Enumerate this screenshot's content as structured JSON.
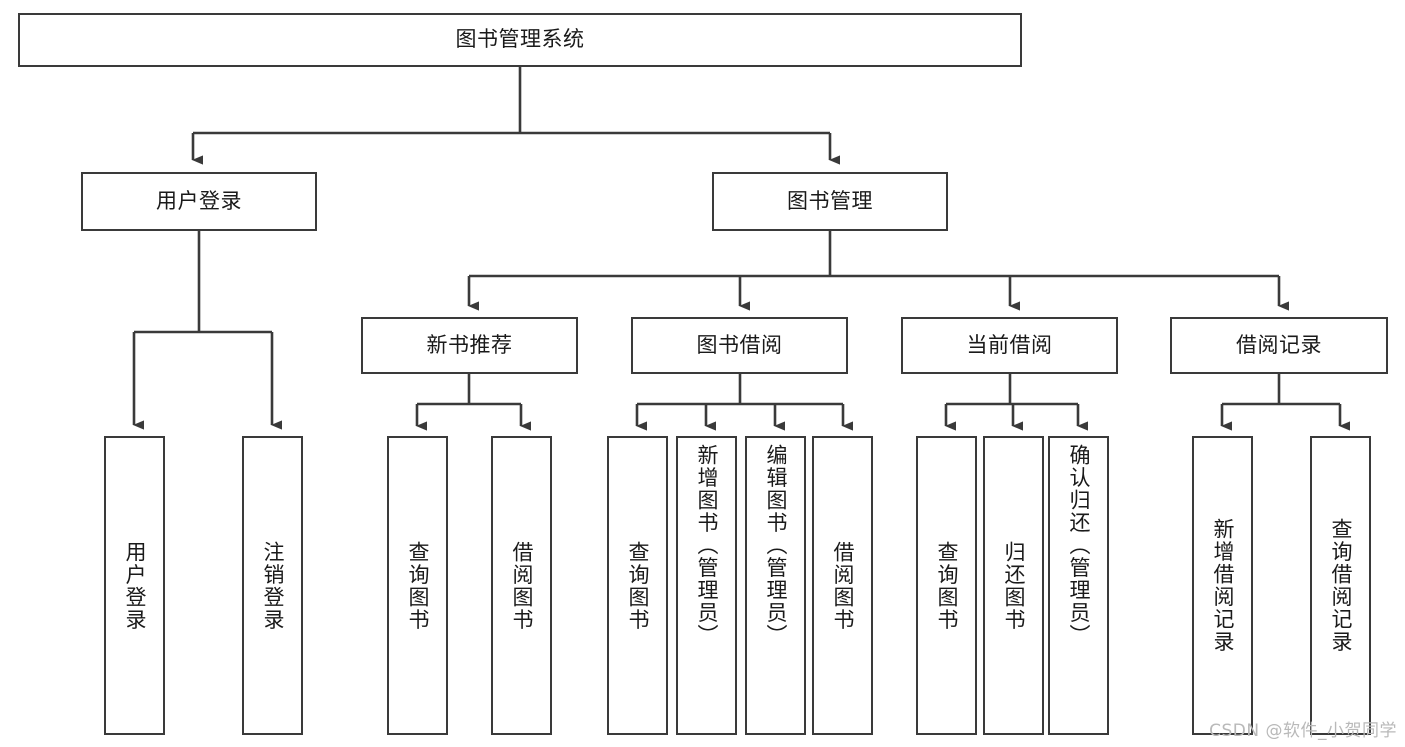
{
  "diagram": {
    "title": "图书管理系统",
    "type": "tree-hierarchy-chart",
    "watermark": "CSDN @软件_小贺同学",
    "colors": {
      "stroke": "#3a3a3a",
      "fill": "#ffffff",
      "text": "#1a1a1a",
      "watermark": "#b9b9b9"
    },
    "root": {
      "label": "图书管理系统"
    },
    "level2": [
      {
        "label": "用户登录"
      },
      {
        "label": "图书管理"
      }
    ],
    "level3": [
      {
        "label": "新书推荐"
      },
      {
        "label": "图书借阅"
      },
      {
        "label": "当前借阅"
      },
      {
        "label": "借阅记录"
      }
    ],
    "leaves": {
      "user_login": [
        {
          "label": "用户登录"
        },
        {
          "label": "注销登录"
        }
      ],
      "new_book": [
        {
          "label": "查询图书"
        },
        {
          "label": "借阅图书"
        }
      ],
      "borrow_book": [
        {
          "label": "查询图书"
        },
        {
          "label": "新增图书（管理员）"
        },
        {
          "label": "编辑图书（管理员）"
        },
        {
          "label": "借阅图书"
        }
      ],
      "current_borrow": [
        {
          "label": "查询图书"
        },
        {
          "label": "归还图书"
        },
        {
          "label": "确认归还（管理员）"
        }
      ],
      "borrow_record": [
        {
          "label": "新增借阅记录"
        },
        {
          "label": "查询借阅记录"
        }
      ]
    }
  }
}
